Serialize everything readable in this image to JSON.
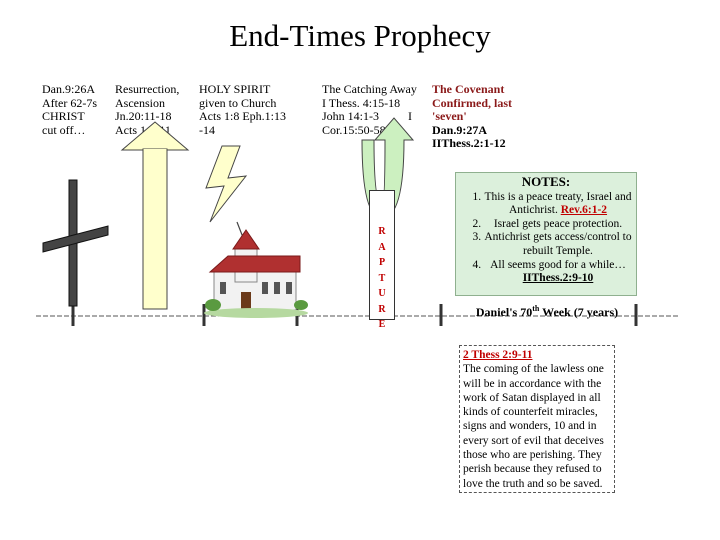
{
  "title": "End-Times Prophecy",
  "columns": [
    {
      "lines": [
        "Dan.9:26A",
        "After 62-7s",
        "CHRIST",
        "cut off…"
      ]
    },
    {
      "lines": [
        "Resurrection,",
        "Ascension",
        "Jn.20:11-18",
        "Acts 1:1-11"
      ]
    },
    {
      "lines": [
        "HOLY SPIRIT",
        "given to Church",
        "Acts 1:8 Eph.1:13",
        "-14"
      ]
    },
    {
      "lines": [
        "The Catching Away",
        "I Thess. 4:15-18",
        "John 14:1-3",
        "Cor.15:50-58"
      ],
      "stray": "I"
    }
  ],
  "covenant": {
    "lines": [
      "The Covenant",
      "Confirmed, last",
      "'seven'"
    ],
    "refs": [
      "Dan.9:27A",
      "IIThess.2:1-12"
    ]
  },
  "rapture_letters": [
    "R",
    "A",
    "P",
    "T",
    "U",
    "R",
    "E"
  ],
  "notes": {
    "title": "NOTES:",
    "items": [
      {
        "text": "This is a peace treaty, Israel and Antichrist.",
        "ref": "Rev.6:1-2"
      },
      {
        "text": "Israel gets peace protection."
      },
      {
        "text": "Antichrist gets access/control to rebuilt Temple."
      },
      {
        "text": "All seems good for a while…",
        "ref": "IIThess.2:9-10"
      }
    ]
  },
  "week_label": {
    "main": "Daniel's 70",
    "sup": "th",
    "rest": " Week (7 years)"
  },
  "passage": {
    "ref": "2 Thess 2:9-11",
    "text": "The coming of the lawless one will be in accordance with the work of Satan displayed in all kinds of counterfeit miracles, signs and wonders, 10 and in every sort of evil that deceives those who are perishing. They perish because they refused to love the truth and so be saved."
  },
  "colors": {
    "arrow_fill": "#ffffcc",
    "notes_bg": "#dcf0dc",
    "roof": "#b03030",
    "rapture_text": "#c00000",
    "covenant_text": "#8B1A1A"
  }
}
